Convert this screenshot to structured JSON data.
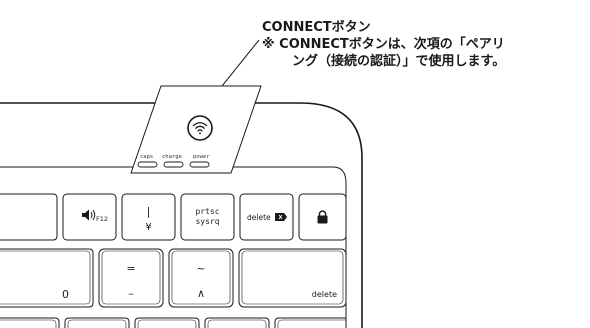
{
  "callout": {
    "title": "CONNECTボタン",
    "note_line1": "※ CONNECTボタンは、次項の「ペアリ",
    "note_line2": "ング（接続の認証）」で使用します。"
  },
  "indicators": {
    "caps": "caps",
    "charge": "charge",
    "power": "power"
  },
  "keys": {
    "f12_label": "F12",
    "yen_top": "|",
    "yen_bottom": "¥",
    "prtsc_top": "prtsc",
    "prtsc_bottom": "sysrq",
    "delete_fn": "delete",
    "zero": "0",
    "equals": "=",
    "minus": "–",
    "tilde": "~",
    "caret": "∧",
    "backspace": "delete"
  },
  "icons": {
    "connect": "wifi-icon",
    "volume": "speaker-icon",
    "delete_fn": "delete-arrow-icon",
    "lock": "padlock-icon"
  }
}
